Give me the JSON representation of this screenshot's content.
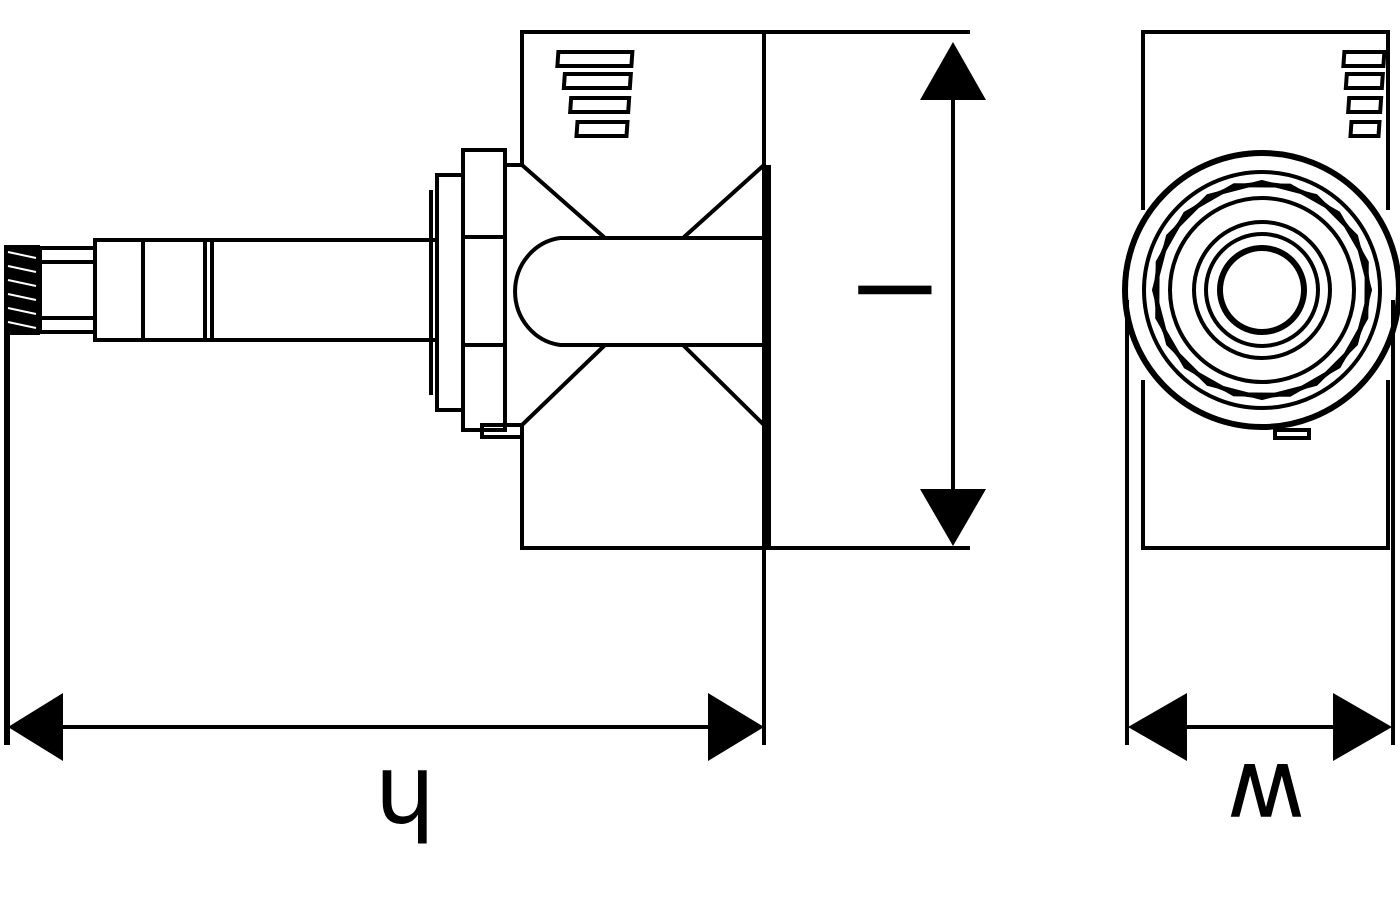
{
  "figure": {
    "type": "technical-dimension-drawing",
    "stroke_color": "#000000",
    "background_color": "#ffffff"
  },
  "dimensions": {
    "length_label": "h",
    "height_label": "l",
    "width_label": "w"
  }
}
